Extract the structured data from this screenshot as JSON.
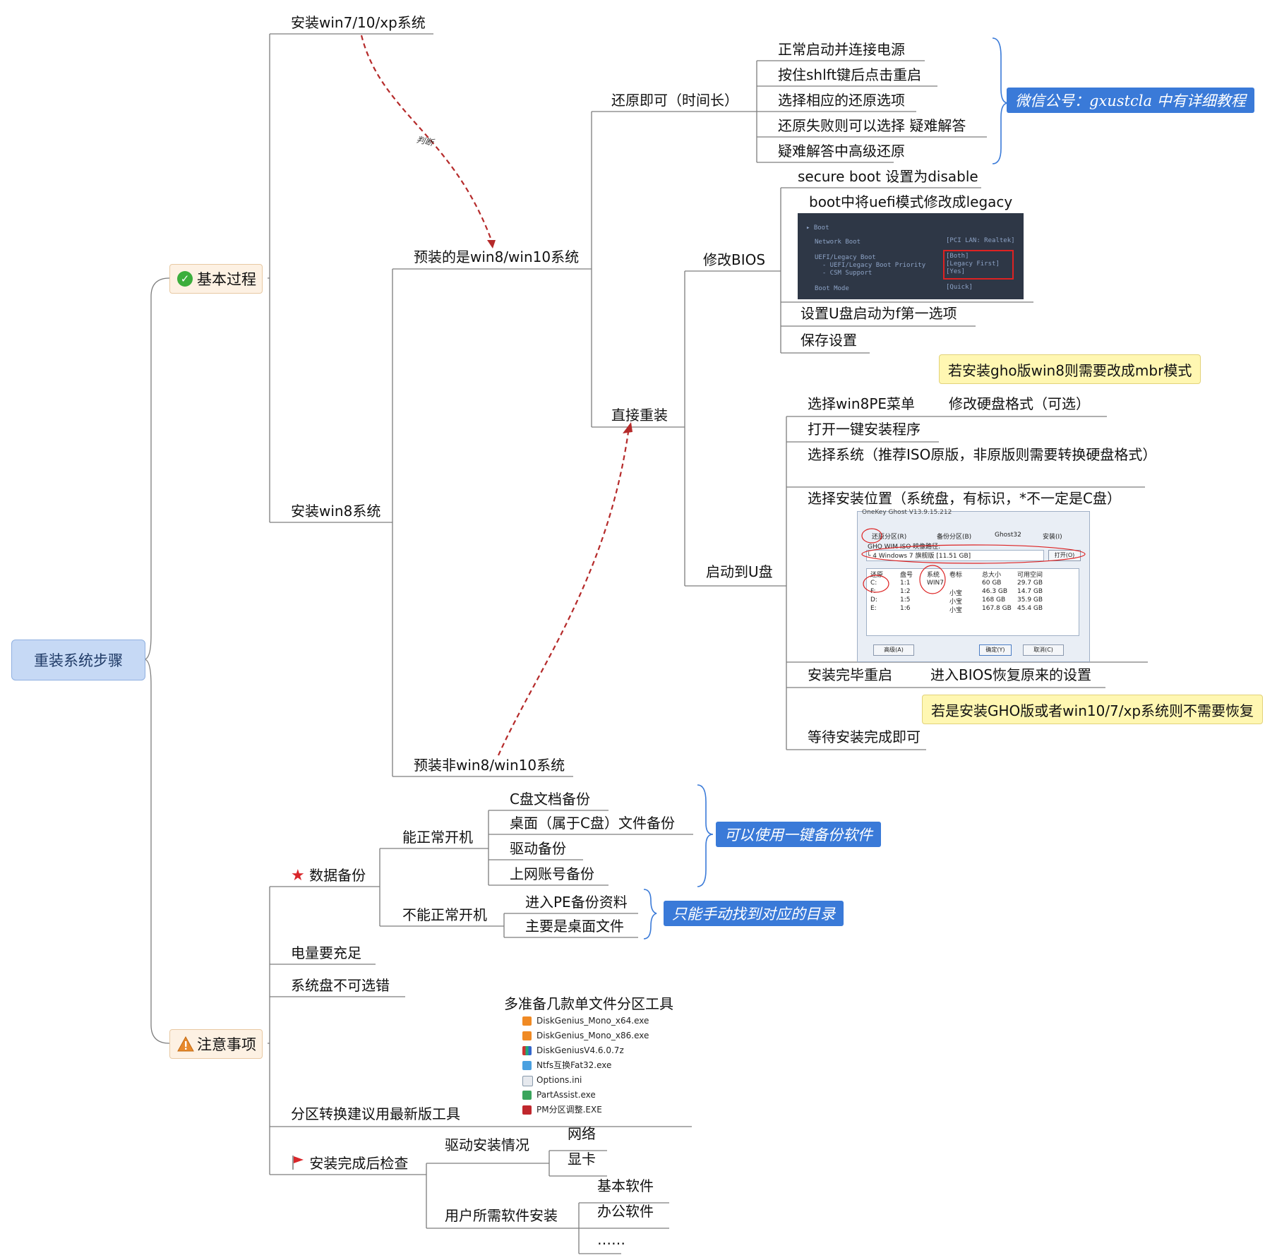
{
  "root": {
    "label": "重装系统步骤"
  },
  "branches": {
    "basic": {
      "label": "基本过程",
      "install_title": "安装win7/10/xp系统",
      "judge": "判断",
      "preinstalled_win8": "预装的是win8/win10系统",
      "restore": {
        "label": "还原即可（时间长）",
        "steps": [
          "正常启动并连接电源",
          "按住shlft键后点击重启",
          "选择相应的还原选项",
          "还原失败则可以选择 疑难解答",
          "疑难解答中高级还原"
        ],
        "callout": "微信公号：gxustcla 中有详细教程"
      },
      "direct_reinstall": "直接重装",
      "bios": {
        "label": "修改BIOS",
        "steps": [
          "secure boot 设置为disable",
          "boot中将uefi模式修改成legacy",
          "设置U盘启动为f第一选项",
          "保存设置"
        ],
        "screenshot_lines": [
          "▸ Boot",
          "Network Boot",
          "UEFI/Legacy Boot",
          "  - UEFI/Legacy Boot Priority",
          "  - CSM Support",
          "Boot Mode",
          "[PCI LAN: Realtek]",
          "[Both]",
          "[Legacy First]",
          "[Yes]",
          "[Quick]"
        ]
      },
      "usb": {
        "label": "启动到U盘",
        "steps": [
          "选择win8PE菜单",
          "打开一键安装程序",
          "选择系统（推荐ISO原版，非原版则需要转换硬盘格式）",
          "选择安装位置（系统盘，有标识，*不一定是C盘）",
          "安装完毕重启",
          "等待安装完成即可"
        ],
        "format_disk": "修改硬盘格式（可选）",
        "format_note": "若安装gho版win8则需要改成mbr模式",
        "bios_restore": "进入BIOS恢复原来的设置",
        "bios_restore_note": "若是安装GHO版或者win10/7/xp系统则不需要恢复"
      },
      "ghost": {
        "title": "OneKey Ghost V13.9.15.212",
        "options": [
          "还原分区(R)",
          "备份分区(B)",
          "Ghost32",
          "安装(I)"
        ],
        "path_label": "GHO WIM ISO 映像路径:",
        "path_value": "└ 4 Windows 7 旗舰版 [11.51 GB]",
        "open_btn": "打开(O)",
        "headers": [
          "还原",
          "盘号",
          "系统",
          "卷标",
          "总大小",
          "可用空间"
        ],
        "rows": [
          [
            "C:",
            "1:1",
            "WIN7",
            "",
            "60 GB",
            "29.7 GB"
          ],
          [
            "F:",
            "1:2",
            "",
            "小宝",
            "46.3 GB",
            "14.7 GB"
          ],
          [
            "D:",
            "1:5",
            "",
            "小宝",
            "168 GB",
            "35.9 GB"
          ],
          [
            "E:",
            "1:6",
            "",
            "小宝",
            "167.8 GB",
            "45.4 GB"
          ]
        ],
        "buttons": [
          "高级(A)",
          "确定(Y)",
          "取消(C)"
        ]
      },
      "install_win8": "安装win8系统",
      "non_win8": "预装非win8/win10系统"
    },
    "notes": {
      "label": "注意事项",
      "backup": {
        "label": "数据备份",
        "can_boot": "能正常开机",
        "can_boot_items": [
          "C盘文档备份",
          "桌面（属于C盘）文件备份",
          "驱动备份",
          "上网账号备份"
        ],
        "can_boot_callout": "可以使用一键备份软件",
        "cannot_boot": "不能正常开机",
        "cannot_boot_items": [
          "进入PE备份资料",
          "主要是桌面文件"
        ],
        "cannot_boot_callout": "只能手动找到对应的目录"
      },
      "battery": "电量要充足",
      "no_wrong_disk": "系统盘不可选错",
      "partition": {
        "label": "分区转换建议用最新版工具",
        "tools_title": "多准备几款单文件分区工具",
        "files": [
          "DiskGenius_Mono_x64.exe",
          "DiskGenius_Mono_x86.exe",
          "DiskGeniusV4.6.0.7z",
          "Ntfs互换Fat32.exe",
          "Options.ini",
          "PartAssist.exe",
          "PM分区调整.EXE"
        ]
      },
      "check": {
        "label": "安装完成后检查",
        "drivers": "驱动安装情况",
        "driver_items": [
          "网络",
          "显卡"
        ],
        "software": "用户所需软件安装",
        "software_items": [
          "基本软件",
          "办公软件",
          "……"
        ]
      }
    }
  },
  "colors": {
    "root_fill": "#c6d9f5",
    "main_fill": "#fdf1e3",
    "line": "#7d7d7d",
    "dashed": "#b52a2a",
    "callout_blue": "#3a7ad8",
    "callout_yellow": "#fff7b2"
  }
}
